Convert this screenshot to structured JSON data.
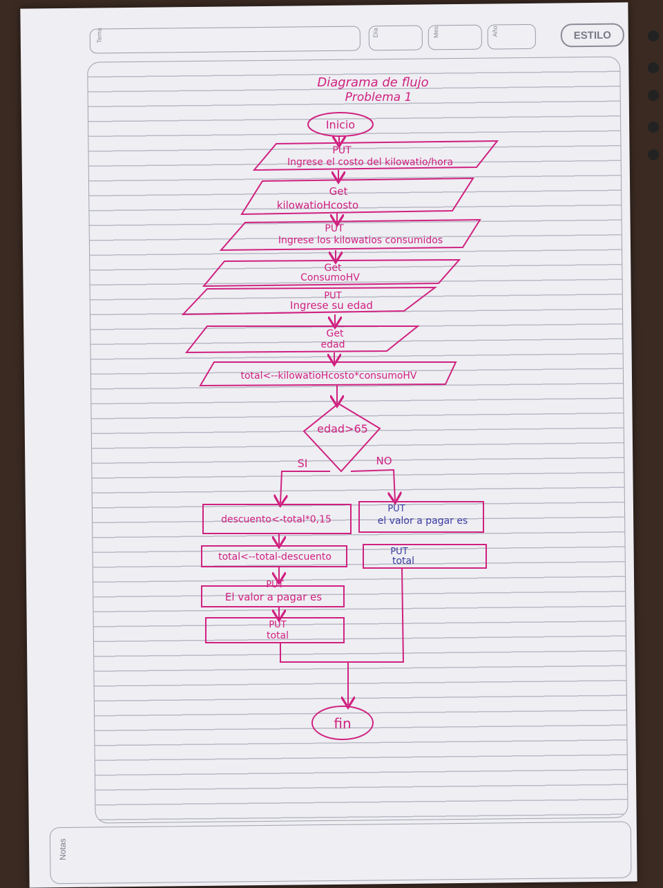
{
  "header": {
    "tema_label": "Tema",
    "dia_label": "Día",
    "mes_label": "Mes",
    "ano_label": "Año",
    "brand": "ESTILO"
  },
  "notas_label": "Notas",
  "title": {
    "line1": "Diagrama de flujo",
    "line2": "Problema 1"
  },
  "colors": {
    "ink": "#d0207f",
    "ink_alt": "#3a3aa0",
    "paper": "#eeeef3",
    "rule": "#b9b9c6"
  },
  "nodes": {
    "inicio": "Inicio",
    "put1_kw": "PUT",
    "put1_text": "Ingrese el costo del kilowatio/hora",
    "get1_kw": "Get",
    "get1_text": "kilowatioHcosto",
    "put2_kw": "PUT",
    "put2_text": "Ingrese los kilowatios consumidos",
    "get2_kw": "Get",
    "get2_text": "ConsumoHV",
    "put3_kw": "PUT",
    "put3_text": "Ingrese su edad",
    "get3_kw": "Get",
    "get3_text": "edad",
    "calc_total": "total<--kilowatioHcosto*consumoHV",
    "decision": "edad>65",
    "branch_yes": "SI",
    "branch_no": "NO",
    "descuento": "descuento<-total*0,15",
    "total_desc": "total<--total-descuento",
    "put_si_kw": "PUT",
    "put_si_text": "El valor a pagar es",
    "put_si2_kw": "PUT",
    "put_si2_text": "total",
    "put_no_kw": "PUT",
    "put_no_text": "el valor a pagar es",
    "put_no2_kw": "PUT",
    "put_no2_text": "total",
    "fin": "fin"
  }
}
